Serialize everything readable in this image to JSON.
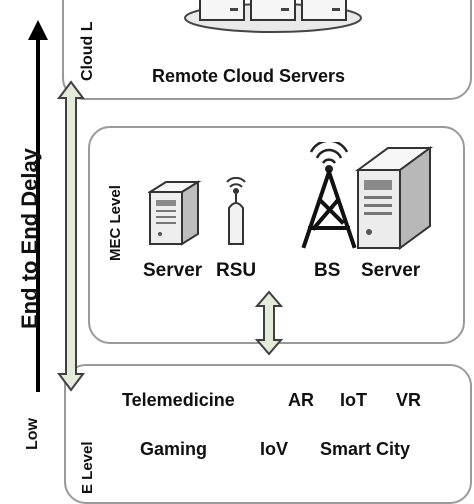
{
  "axis": {
    "label": "End to End Delay",
    "low": "Low"
  },
  "cloud": {
    "level_label": "Cloud L",
    "caption": "Remote Cloud Servers"
  },
  "mec": {
    "level_label": "MEC Level",
    "items": [
      "Server",
      "RSU",
      "BS",
      "Server"
    ]
  },
  "ue": {
    "level_label": "E Level",
    "apps_row1": [
      "Telemedicine",
      "AR",
      "IoT",
      "VR"
    ],
    "apps_row2": [
      "Gaming",
      "IoV",
      "Smart City"
    ]
  },
  "colors": {
    "arrow_fill": "#e4ecd9",
    "arrow_stroke": "#3f3f3f",
    "box_border": "#9a9a9a"
  }
}
